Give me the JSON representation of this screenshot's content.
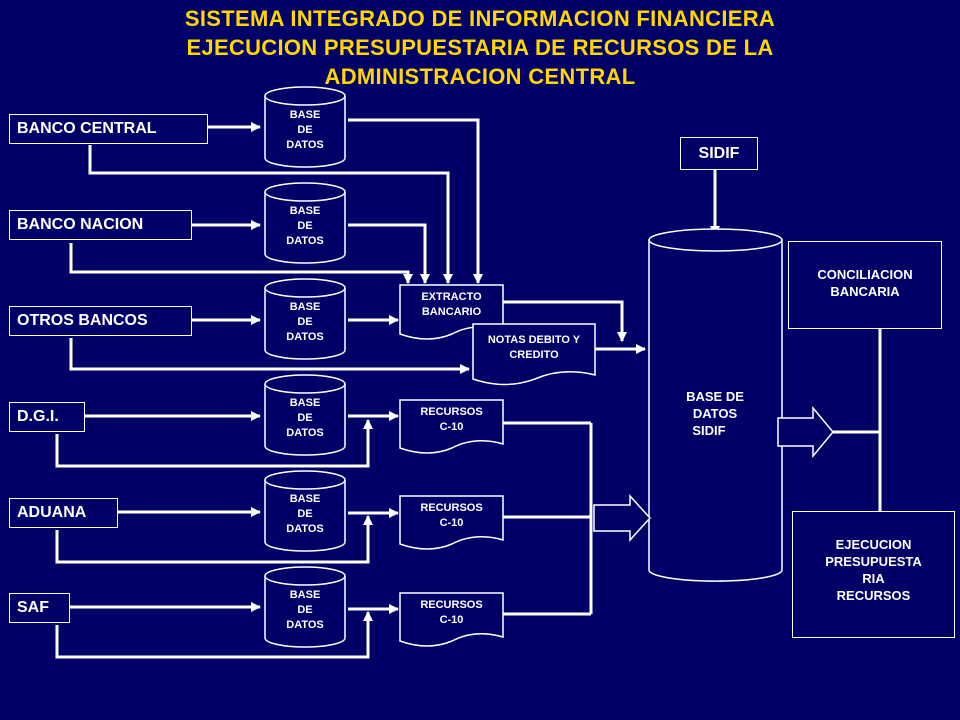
{
  "title": {
    "line1": "SISTEMA INTEGRADO DE INFORMACION FINANCIERA",
    "line2": "EJECUCION PRESUPUESTARIA DE RECURSOS DE LA",
    "line3": "ADMINISTRACION CENTRAL"
  },
  "sources": [
    "BANCO CENTRAL",
    "BANCO NACION",
    "OTROS BANCOS",
    "D.G.I.",
    "ADUANA",
    "SAF"
  ],
  "database": {
    "line1": "BASE",
    "line2": "DE",
    "line3": "DATOS"
  },
  "extracto": {
    "line1": "EXTRACTO",
    "line2": "BANCARIO"
  },
  "notas": {
    "line1": "NOTAS DEBITO Y",
    "line2": "CREDITO"
  },
  "recursos": {
    "line1": "RECURSOS",
    "line2": "C-10"
  },
  "sidif": "SIDIF",
  "base_sidif": {
    "line1": "BASE DE",
    "line2": "DATOS",
    "line3": "SIDIF"
  },
  "conciliacion": {
    "line1": "CONCILIACION",
    "line2": "BANCARIA"
  },
  "ejecucion": {
    "line1": "EJECUCION",
    "line2": "PRESUPUESTA",
    "line3": "RIA",
    "line4": "RECURSOS"
  },
  "colors": {
    "background": "#000066",
    "title": "#FFD700",
    "lines": "#FFFFFF"
  }
}
